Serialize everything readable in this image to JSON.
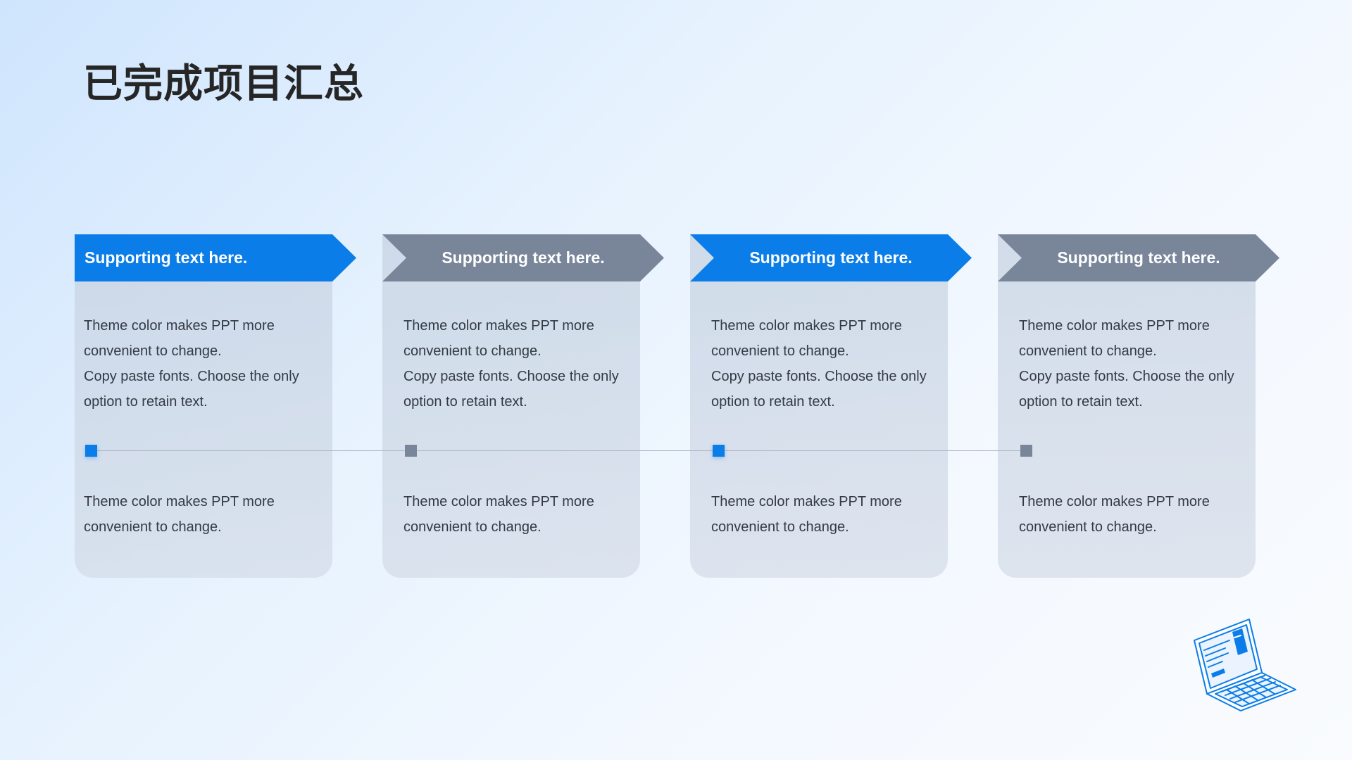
{
  "slide": {
    "title": "已完成项目汇总",
    "colors": {
      "accent_blue": "#0b7de8",
      "accent_gray": "#798699",
      "text": "#333a45",
      "title": "#262626"
    },
    "cards": [
      {
        "header": "Supporting text here.",
        "variant": "blue",
        "desc_line1": "Theme  color makes PPT more convenient  to change.",
        "desc_line2": "Copy paste  fonts. Choose the only option to retain text.",
        "footer": "Theme  color makes PPT more convenient  to change."
      },
      {
        "header": "Supporting text here.",
        "variant": "gray",
        "desc_line1": "Theme  color makes PPT more convenient  to change.",
        "desc_line2": "Copy paste  fonts. Choose the only option to retain text.",
        "footer": "Theme  color makes PPT more convenient  to change."
      },
      {
        "header": "Supporting text here.",
        "variant": "blue",
        "desc_line1": "Theme  color makes PPT more convenient  to change.",
        "desc_line2": "Copy paste  fonts. Choose the only option to retain text.",
        "footer": "Theme  color makes PPT more convenient  to change."
      },
      {
        "header": "Supporting text here.",
        "variant": "gray",
        "desc_line1": "Theme  color makes PPT more convenient  to change.",
        "desc_line2": "Copy paste  fonts. Choose the only option to retain text.",
        "footer": "Theme  color makes PPT more convenient  to change."
      }
    ],
    "decoration_icon": "laptop-icon"
  }
}
